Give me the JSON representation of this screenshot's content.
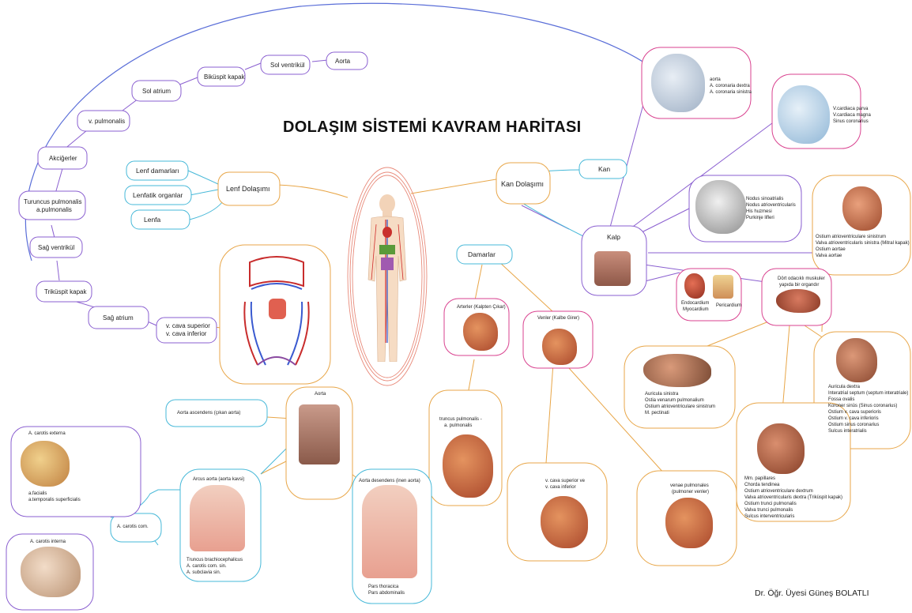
{
  "title": "DOLAŞIM SİSTEMİ KAVRAM HARİTASI",
  "author": "Dr. Öğr. Üyesi  Güneş BOLATLI",
  "colors": {
    "purple": "#8a5fd0",
    "blue_path": "#5a6ed8",
    "pink": "#d9428f",
    "orange": "#e8a648",
    "cyan": "#46b8d8",
    "green": "#6cc070",
    "red": "#e0493a",
    "heart": "#b94a32"
  },
  "pulmonary_path": {
    "akcigerler": "Akciğerler",
    "v_pulmonalis": "v. pulmonalis",
    "sol_atrium": "Sol atrium",
    "bikuspit": "Biküspit kapak",
    "sol_ventrikul": "Sol ventrikül",
    "aorta": "Aorta",
    "truncus_1": "Turuncus pulmonalis",
    "truncus_2": "a.pulmonalis",
    "sag_ventrikul": "Sağ ventrikül",
    "trikuspit": "Triküspit kapak",
    "sag_atrium": "Sağ atrium",
    "vena_cava_1": "v. cava superior",
    "vena_cava_2": "v. cava inferior"
  },
  "lymph": {
    "center": "Lenf Dolaşımı",
    "damarlari": "Lenf damarları",
    "organlar": "Lenfatik organlar",
    "lenfa": "Lenfa"
  },
  "blood": {
    "center": "Kan Dolaşımı",
    "kan": "Kan",
    "damarlar": "Damarlar",
    "kalp": "Kalp",
    "arterler": "Arterler (Kalpten Çıkar)",
    "venler": "Venler (Kalbe Girer)",
    "truncus_1": "truncus pulmonalis -",
    "truncus_2": "a. pulmonalis",
    "cava_1": "v. cava superior ve",
    "cava_2": "v. cava inferior",
    "venae_1": "venae pulmonales",
    "venae_2": "(pulmoner venler)"
  },
  "heart_details": {
    "coronary": [
      "aorta",
      "A. coronaria dextra",
      "A. coronaria sinistra"
    ],
    "veins": [
      "V.cardiaca parva",
      "V.cardiaca magna",
      "Sinus coronarius"
    ],
    "conduction": [
      "Nodus sinoatrialis",
      "Nodus atrioventricularis",
      "His huzmesi",
      "Purkinje lifleri"
    ],
    "left_valves": [
      "Ostium atrioventriculare sinistrum",
      "Valva atrioventricularis sinistra (Mitral kapak)",
      "Ostium aortae",
      "Valva aortae"
    ],
    "four_chambers_1": "Dört odacıklı muskuler",
    "four_chambers_2": "yapıda bir organdır",
    "endocardium": "Endocardium",
    "myocardium": "Myocardium",
    "pericardium": "Pericardium",
    "left_atrium": [
      "Auricula sinistra",
      "Ostia venarum pulmonalium",
      "Ostium atrioventriculare sinistrum",
      "M. pectinati"
    ],
    "right_atrium": [
      "Auricula dextra",
      "Interatrial septum (septum interatriale)",
      "Fossa ovalis",
      "Koroner sinüs (Sinus coronarius)",
      "Ostium v. cava superioris",
      "Ostium v. cava inferioris",
      "Ostium sinus coronarius",
      "Sulcus interatrialis"
    ],
    "right_ventricle": [
      "Mm. papillares",
      "Chorda tendinea",
      "Ostium atrioventriculare dextrum",
      "Valva atrioventricularis dextra (Triküspit kapak)",
      "Ostium trunci pulmonalis",
      "Valva trunci pulmonalis",
      "Sulcus interventricularis"
    ]
  },
  "aorta": {
    "center": "Aorta",
    "ascendens": "Aorta ascendens (çıkan aorta)",
    "arcus": "Arcus aorta (aorta kavsi)",
    "arcus_branches": [
      "Truncus brachiocephalicus",
      "A. carotis com. sin.",
      "A. subclavia sin."
    ],
    "desendens": "Aorta desendens (inen aorta)",
    "desendens_parts": [
      "Pars thoracica",
      "Pars abdominalis"
    ],
    "carotis_com": "A. carotis com.",
    "carotis_externa": "A. carotis externa",
    "externa_branches": [
      "a.facialis",
      "a.temporalis superficialis"
    ],
    "carotis_interna": "A. carotis interna"
  }
}
